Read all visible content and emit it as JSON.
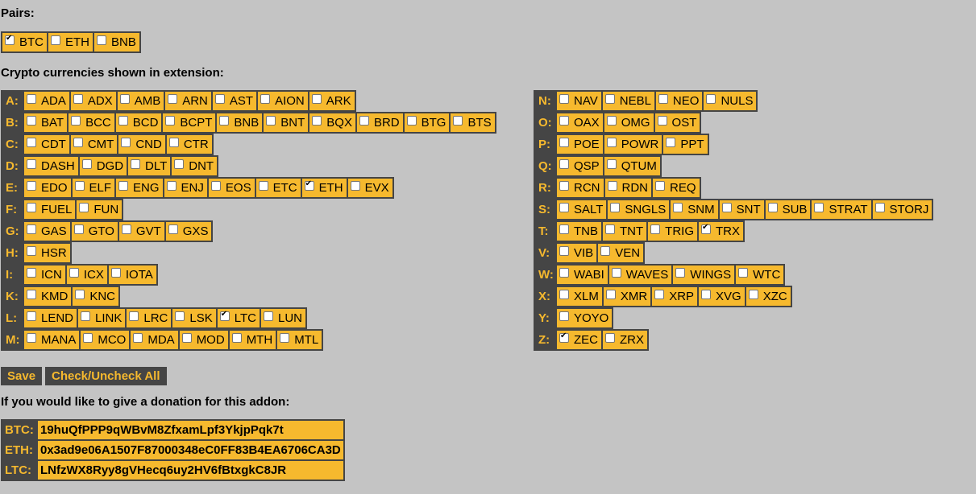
{
  "pairs_heading": "Pairs:",
  "pairs": [
    {
      "label": "BTC",
      "checked": true
    },
    {
      "label": "ETH",
      "checked": false
    },
    {
      "label": "BNB",
      "checked": false
    }
  ],
  "currencies_heading": "Crypto currencies shown in extension:",
  "left_rows": [
    {
      "letter": "A:",
      "items": [
        [
          "ADA",
          false
        ],
        [
          "ADX",
          false
        ],
        [
          "AMB",
          false
        ],
        [
          "ARN",
          false
        ],
        [
          "AST",
          false
        ],
        [
          "AION",
          false
        ],
        [
          "ARK",
          false
        ]
      ]
    },
    {
      "letter": "B:",
      "items": [
        [
          "BAT",
          false
        ],
        [
          "BCC",
          false
        ],
        [
          "BCD",
          false
        ],
        [
          "BCPT",
          false
        ],
        [
          "BNB",
          false
        ],
        [
          "BNT",
          false
        ],
        [
          "BQX",
          false
        ],
        [
          "BRD",
          false
        ],
        [
          "BTG",
          false
        ],
        [
          "BTS",
          false
        ]
      ]
    },
    {
      "letter": "C:",
      "items": [
        [
          "CDT",
          false
        ],
        [
          "CMT",
          false
        ],
        [
          "CND",
          false
        ],
        [
          "CTR",
          false
        ]
      ]
    },
    {
      "letter": "D:",
      "items": [
        [
          "DASH",
          false
        ],
        [
          "DGD",
          false
        ],
        [
          "DLT",
          false
        ],
        [
          "DNT",
          false
        ]
      ]
    },
    {
      "letter": "E:",
      "items": [
        [
          "EDO",
          false
        ],
        [
          "ELF",
          false
        ],
        [
          "ENG",
          false
        ],
        [
          "ENJ",
          false
        ],
        [
          "EOS",
          false
        ],
        [
          "ETC",
          false
        ],
        [
          "ETH",
          true
        ],
        [
          "EVX",
          false
        ]
      ]
    },
    {
      "letter": "F:",
      "items": [
        [
          "FUEL",
          false
        ],
        [
          "FUN",
          false
        ]
      ]
    },
    {
      "letter": "G:",
      "items": [
        [
          "GAS",
          false
        ],
        [
          "GTO",
          false
        ],
        [
          "GVT",
          false
        ],
        [
          "GXS",
          false
        ]
      ]
    },
    {
      "letter": "H:",
      "items": [
        [
          "HSR",
          false
        ]
      ]
    },
    {
      "letter": "I:",
      "items": [
        [
          "ICN",
          false
        ],
        [
          "ICX",
          false
        ],
        [
          "IOTA",
          false
        ]
      ]
    },
    {
      "letter": "K:",
      "items": [
        [
          "KMD",
          false
        ],
        [
          "KNC",
          false
        ]
      ]
    },
    {
      "letter": "L:",
      "items": [
        [
          "LEND",
          false
        ],
        [
          "LINK",
          false
        ],
        [
          "LRC",
          false
        ],
        [
          "LSK",
          false
        ],
        [
          "LTC",
          true
        ],
        [
          "LUN",
          false
        ]
      ]
    },
    {
      "letter": "M:",
      "items": [
        [
          "MANA",
          false
        ],
        [
          "MCO",
          false
        ],
        [
          "MDA",
          false
        ],
        [
          "MOD",
          false
        ],
        [
          "MTH",
          false
        ],
        [
          "MTL",
          false
        ]
      ]
    }
  ],
  "right_rows": [
    {
      "letter": "N:",
      "items": [
        [
          "NAV",
          false
        ],
        [
          "NEBL",
          false
        ],
        [
          "NEO",
          false
        ],
        [
          "NULS",
          false
        ]
      ]
    },
    {
      "letter": "O:",
      "items": [
        [
          "OAX",
          false
        ],
        [
          "OMG",
          false
        ],
        [
          "OST",
          false
        ]
      ]
    },
    {
      "letter": "P:",
      "items": [
        [
          "POE",
          false
        ],
        [
          "POWR",
          false
        ],
        [
          "PPT",
          false
        ]
      ]
    },
    {
      "letter": "Q:",
      "items": [
        [
          "QSP",
          false
        ],
        [
          "QTUM",
          false
        ]
      ]
    },
    {
      "letter": "R:",
      "items": [
        [
          "RCN",
          false
        ],
        [
          "RDN",
          false
        ],
        [
          "REQ",
          false
        ]
      ]
    },
    {
      "letter": "S:",
      "items": [
        [
          "SALT",
          false
        ],
        [
          "SNGLS",
          false
        ],
        [
          "SNM",
          false
        ],
        [
          "SNT",
          false
        ],
        [
          "SUB",
          false
        ],
        [
          "STRAT",
          false
        ],
        [
          "STORJ",
          false
        ]
      ]
    },
    {
      "letter": "T:",
      "items": [
        [
          "TNB",
          false
        ],
        [
          "TNT",
          false
        ],
        [
          "TRIG",
          false
        ],
        [
          "TRX",
          true
        ]
      ]
    },
    {
      "letter": "V:",
      "items": [
        [
          "VIB",
          false
        ],
        [
          "VEN",
          false
        ]
      ]
    },
    {
      "letter": "W:",
      "items": [
        [
          "WABI",
          false
        ],
        [
          "WAVES",
          false
        ],
        [
          "WINGS",
          false
        ],
        [
          "WTC",
          false
        ]
      ]
    },
    {
      "letter": "X:",
      "items": [
        [
          "XLM",
          false
        ],
        [
          "XMR",
          false
        ],
        [
          "XRP",
          false
        ],
        [
          "XVG",
          false
        ],
        [
          "XZC",
          false
        ]
      ]
    },
    {
      "letter": "Y:",
      "items": [
        [
          "YOYO",
          false
        ]
      ]
    },
    {
      "letter": "Z:",
      "items": [
        [
          "ZEC",
          true
        ],
        [
          "ZRX",
          false
        ]
      ]
    }
  ],
  "buttons": {
    "save": "Save",
    "toggle_all": "Check/Uncheck All"
  },
  "donation_heading": "If you would like to give a donation for this addon:",
  "donations": [
    {
      "label": "BTC:",
      "address": "19huQfPPP9qWBvM8ZfxamLpf3YkjpPqk7t"
    },
    {
      "label": "ETH:",
      "address": "0x3ad9e06A1507F87000348eC0FF83B4EA6706CA3D"
    },
    {
      "label": "LTC:",
      "address": "LNfzWX8Ryy8gVHecq6uy2HV6fBtxgkC8JR"
    }
  ],
  "colors": {
    "accent": "#f6b92e",
    "dark": "#454545",
    "background": "#c4c4c4"
  }
}
